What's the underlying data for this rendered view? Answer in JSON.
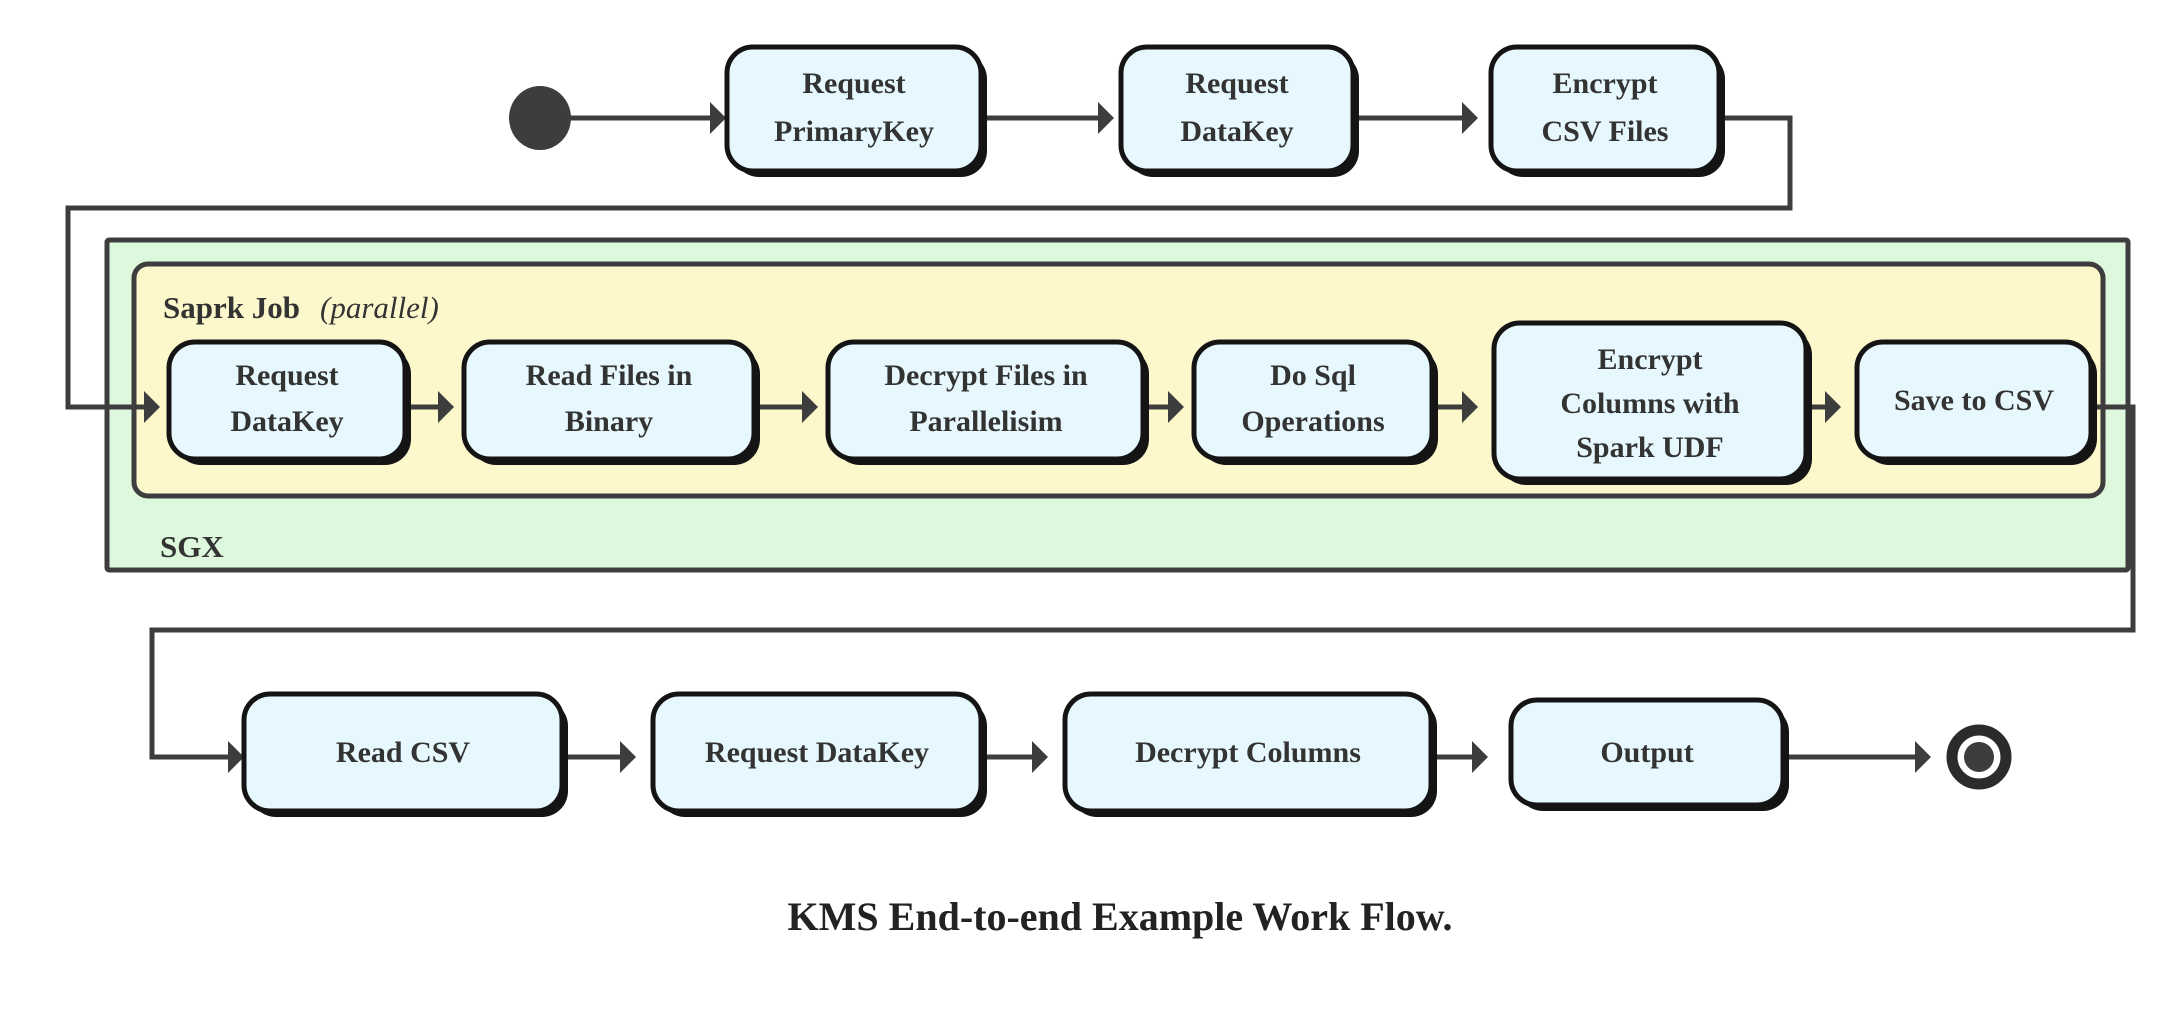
{
  "figure": {
    "caption": "KMS End-to-end Example Work Flow.",
    "colors": {
      "node_fill": "#e6f8fd",
      "node_stroke": "#141414",
      "sgx_lane_fill": "#ddf8dd",
      "spark_lane_fill": "#fdf8cc",
      "lane_stroke": "#3d3d3d",
      "connector": "#3d3d3d",
      "start_node": "#3d3d3d",
      "text": "#333333"
    }
  },
  "lanes": {
    "outer": {
      "label": "SGX"
    },
    "inner": {
      "label": "Saprk Job",
      "modifier_open": "(",
      "modifier": "parallel",
      "modifier_close": ")"
    }
  },
  "markers": {
    "start": "start-node",
    "end": "end-node"
  },
  "rows": {
    "top": {
      "nodes": [
        {
          "id": "request-primarykey",
          "lines": [
            "Request",
            "PrimaryKey"
          ]
        },
        {
          "id": "request-datakey-top",
          "lines": [
            "Request",
            "DataKey"
          ]
        },
        {
          "id": "encrypt-csv-files",
          "lines": [
            "Encrypt",
            "CSV Files"
          ]
        }
      ]
    },
    "middle": {
      "nodes": [
        {
          "id": "request-datakey-spark",
          "lines": [
            "Request",
            "DataKey"
          ]
        },
        {
          "id": "read-files-in-binary",
          "lines": [
            "Read Files in",
            "Binary"
          ]
        },
        {
          "id": "decrypt-files-in-parallelisim",
          "lines": [
            "Decrypt Files in",
            "Parallelisim"
          ]
        },
        {
          "id": "do-sql-operations",
          "lines": [
            "Do Sql",
            "Operations"
          ]
        },
        {
          "id": "encrypt-columns-with-spark-udf",
          "lines": [
            "Encrypt",
            "Columns with",
            "Spark UDF"
          ]
        },
        {
          "id": "save-to-csv",
          "lines": [
            "Save to CSV"
          ]
        }
      ]
    },
    "bottom": {
      "nodes": [
        {
          "id": "read-csv",
          "lines": [
            "Read CSV"
          ]
        },
        {
          "id": "request-datakey-bottom",
          "lines": [
            "Request DataKey"
          ]
        },
        {
          "id": "decrypt-columns",
          "lines": [
            "Decrypt Columns"
          ]
        },
        {
          "id": "output",
          "lines": [
            "Output"
          ]
        }
      ]
    }
  }
}
